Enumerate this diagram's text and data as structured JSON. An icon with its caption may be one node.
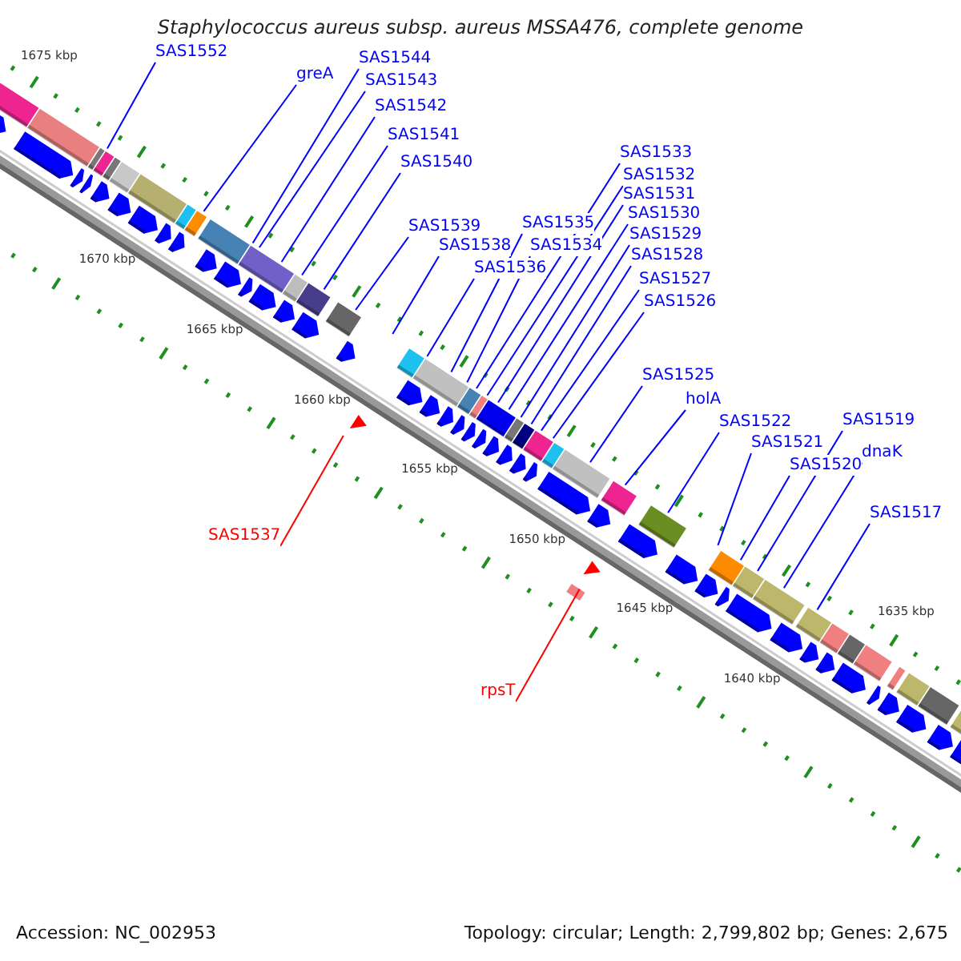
{
  "diagram": {
    "title": "Staphylococcus aureus subsp. aureus MSSA476, complete genome",
    "nodes": [
      {
        "text": [
          "SAS1552"
        ]
      },
      {
        "text": [
          "greA"
        ]
      },
      {
        "text": [
          "SAS1544"
        ]
      },
      {
        "text": [
          "SAS1543"
        ]
      },
      {
        "text": [
          "SAS1542"
        ]
      },
      {
        "text": [
          "SAS1541"
        ]
      },
      {
        "text": [
          "SAS1540"
        ]
      },
      {
        "text": [
          "SAS1539"
        ]
      },
      {
        "text": [
          "SAS1538"
        ]
      },
      {
        "text": [
          "SAS1536"
        ]
      },
      {
        "text": [
          "SAS1535"
        ]
      },
      {
        "text": [
          "SAS1534"
        ]
      },
      {
        "text": [
          "SAS1533"
        ]
      },
      {
        "text": [
          "SAS1532"
        ]
      },
      {
        "text": [
          "SAS1531"
        ]
      },
      {
        "text": [
          "SAS1530"
        ]
      },
      {
        "text": [
          "SAS1529"
        ]
      },
      {
        "text": [
          "SAS1528"
        ]
      },
      {
        "text": [
          "SAS1527"
        ]
      },
      {
        "text": [
          "SAS1526"
        ]
      },
      {
        "text": [
          "SAS1525"
        ]
      },
      {
        "text": [
          "holA"
        ]
      },
      {
        "text": [
          "SAS1522"
        ]
      },
      {
        "text": [
          "SAS1521"
        ]
      },
      {
        "text": [
          "SAS1520"
        ]
      },
      {
        "text": [
          "SAS1519"
        ]
      },
      {
        "text": [
          "dnaK"
        ]
      },
      {
        "text": [
          "SAS1517"
        ]
      },
      {
        "text": [
          "SAS1537"
        ]
      },
      {
        "text": [
          "rpsT"
        ]
      }
    ],
    "edges": [
      {
        "from": 0,
        "to": null,
        "arrow": "none"
      },
      {
        "from": 1,
        "to": null,
        "arrow": "none"
      },
      {
        "from": 2,
        "to": null,
        "arrow": "none"
      },
      {
        "from": 3,
        "to": null,
        "arrow": "none"
      },
      {
        "from": 4,
        "to": null,
        "arrow": "none"
      },
      {
        "from": 5,
        "to": null,
        "arrow": "none"
      },
      {
        "from": 6,
        "to": null,
        "arrow": "none"
      },
      {
        "from": 7,
        "to": null,
        "arrow": "none"
      },
      {
        "from": 8,
        "to": null,
        "arrow": "none"
      },
      {
        "from": 9,
        "to": null,
        "arrow": "none"
      },
      {
        "from": 10,
        "to": null,
        "arrow": "none"
      },
      {
        "from": 11,
        "to": null,
        "arrow": "none"
      },
      {
        "from": 12,
        "to": null,
        "arrow": "none"
      },
      {
        "from": 13,
        "to": null,
        "arrow": "none"
      },
      {
        "from": 14,
        "to": null,
        "arrow": "none"
      },
      {
        "from": 15,
        "to": null,
        "arrow": "none"
      },
      {
        "from": 16,
        "to": null,
        "arrow": "none"
      },
      {
        "from": 17,
        "to": null,
        "arrow": "none"
      },
      {
        "from": 18,
        "to": null,
        "arrow": "none"
      },
      {
        "from": 19,
        "to": null,
        "arrow": "none"
      },
      {
        "from": 20,
        "to": null,
        "arrow": "none"
      },
      {
        "from": 21,
        "to": null,
        "arrow": "none"
      },
      {
        "from": 22,
        "to": null,
        "arrow": "none"
      },
      {
        "from": 23,
        "to": null,
        "arrow": "none"
      },
      {
        "from": 24,
        "to": null,
        "arrow": "none"
      },
      {
        "from": 25,
        "to": null,
        "arrow": "none"
      },
      {
        "from": 26,
        "to": null,
        "arrow": "none"
      },
      {
        "from": 27,
        "to": null,
        "arrow": "none"
      },
      {
        "from": 28,
        "to": null,
        "arrow": "none",
        "color": "#ff0000"
      },
      {
        "from": 29,
        "to": null,
        "arrow": "none",
        "color": "#ff0000"
      }
    ],
    "labels": [
      "1675 kbp",
      "1670 kbp",
      "1665 kbp",
      "1660 kbp",
      "1655 kbp",
      "1650 kbp",
      "1645 kbp",
      "1640 kbp",
      "1635 kbp",
      "Accession: NC_002953",
      "Topology: circular; Length: 2,799,802 bp; Genes: 2,675"
    ]
  }
}
